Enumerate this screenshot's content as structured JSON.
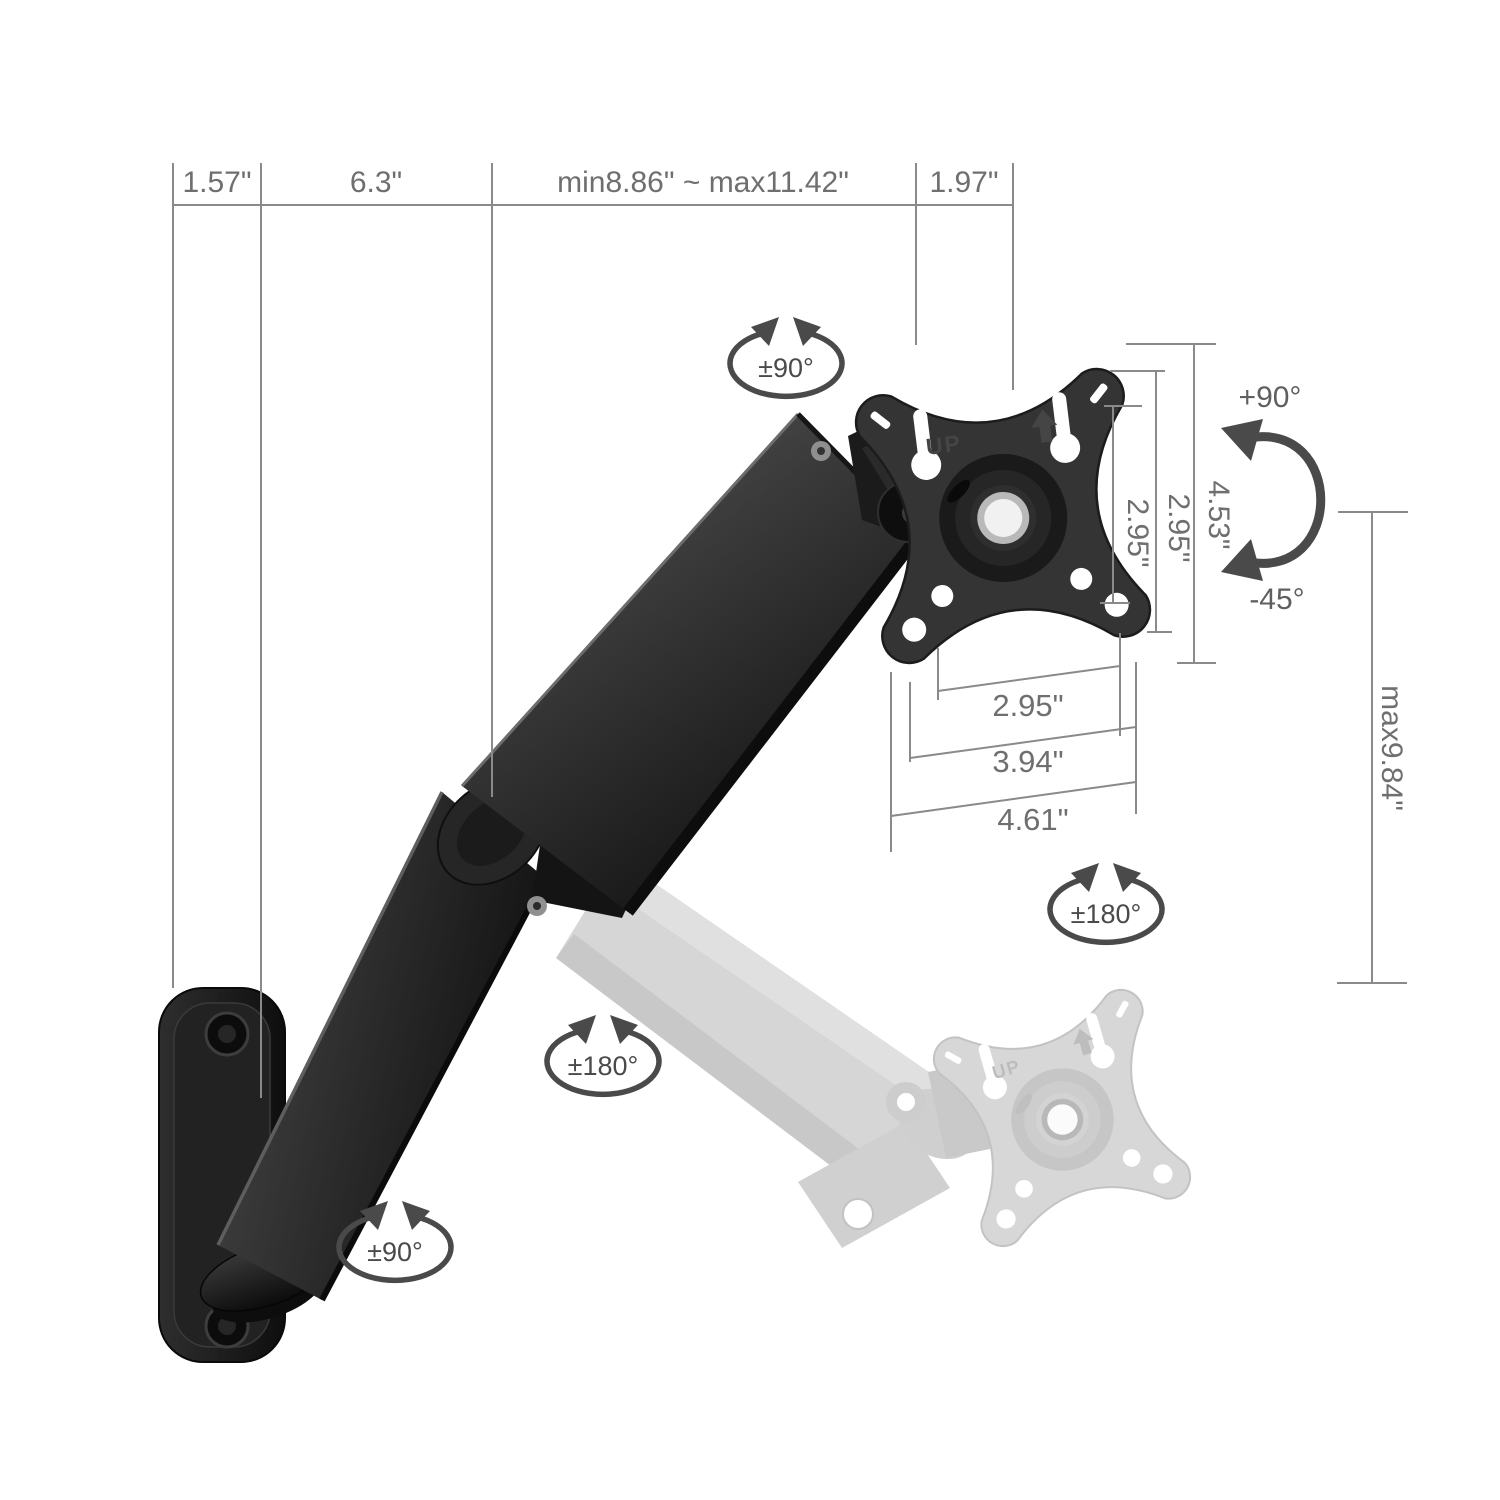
{
  "diagram": {
    "top_dims": {
      "wall_depth": "1.57\"",
      "lower_arm": "6.3\"",
      "extension": "min8.86\" ~ max11.42\"",
      "head_depth": "1.97\""
    },
    "vesa": {
      "v_inner": "2.95\"",
      "v_mid": "2.95\"",
      "v_outer": "4.53\"",
      "h_inner": "2.95\"",
      "h_mid": "3.94\"",
      "h_outer": "4.61\"",
      "up_marking": "UP"
    },
    "height_range": "max9.84\"",
    "tilt": {
      "up": "+90°",
      "down": "-45°"
    },
    "rotation": {
      "head_swivel": "±90°",
      "head_roll": "±180°",
      "elbow_swivel": "±180°",
      "base_swivel": "±90°"
    }
  },
  "colors": {
    "background": "#ffffff",
    "dimension_line": "#8a8a8a",
    "dimension_text": "#6f6f6f",
    "rotation_icon": "#4a4a4a",
    "hardware_black": "#1e1e1e",
    "hardware_highlight": "#5a5a5a",
    "ghost_gray": "#d7d7d7",
    "vesa_plate": "#343434",
    "center_hole": "#f1f1f1"
  }
}
